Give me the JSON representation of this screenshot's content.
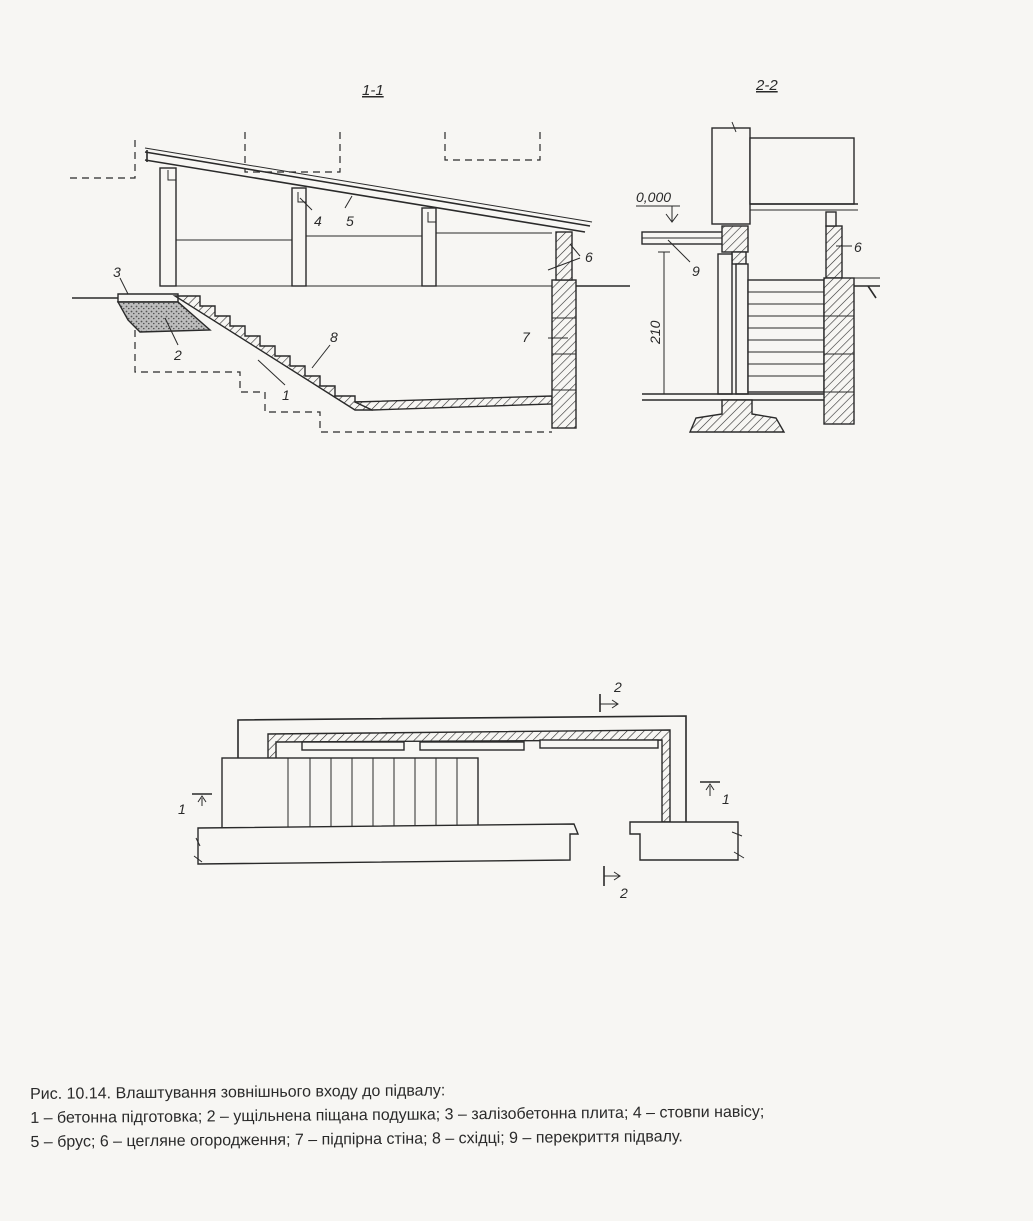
{
  "sections": {
    "section_1": "1-1",
    "section_2": "2-2"
  },
  "elevation_mark": "0,000",
  "dimension_210": "210",
  "callouts": {
    "n1": "1",
    "n2": "2",
    "n3": "3",
    "n4": "4",
    "n5": "5",
    "n6": "6",
    "n7": "7",
    "n8": "8",
    "n9": "9"
  },
  "caption": {
    "line1": "Рис. 10.14. Влаштування зовнішнього входу до підвалу:",
    "line2": "1 – бетонна підготовка; 2 – ущільнена піщана подушка; 3 – залізобетонна плита; 4 – стовпи навісу;",
    "line3": "5 – брус; 6 – цегляне огородження; 7 – підпірна стіна; 8 – східці; 9 – перекриття підвалу."
  }
}
